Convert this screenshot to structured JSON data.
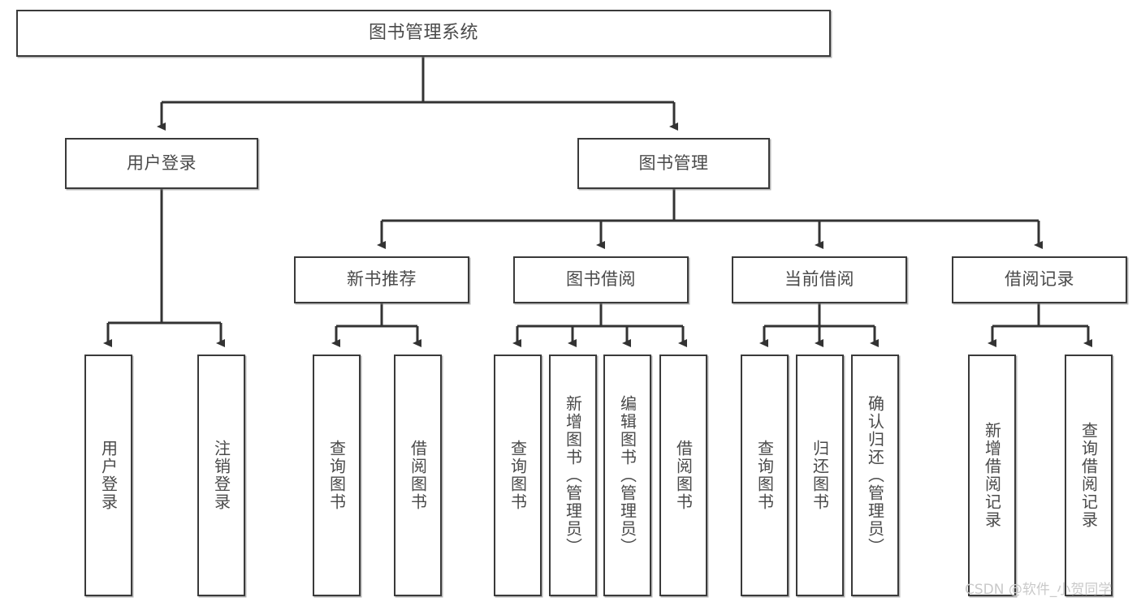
{
  "diagram": {
    "title": "图书管理系统",
    "type": "tree-hierarchy",
    "watermark": "CSDN @软件_小贺同学",
    "colors": {
      "background": "#ffffff",
      "node_border": "#3a3a3a",
      "node_fill": "#ffffff",
      "text": "#4a4a4a",
      "edge": "#333333",
      "watermark": "#c9c9c9"
    },
    "nodes": {
      "root": {
        "label": "图书管理系统"
      },
      "level2": [
        {
          "label": "用户登录"
        },
        {
          "label": "图书管理"
        }
      ],
      "level3": [
        {
          "label": "新书推荐"
        },
        {
          "label": "图书借阅"
        },
        {
          "label": "当前借阅"
        },
        {
          "label": "借阅记录"
        }
      ],
      "leaves": {
        "user_login": [
          {
            "label": "用户登录"
          },
          {
            "label": "注销登录"
          }
        ],
        "new_book_recommend": [
          {
            "label": "查询图书"
          },
          {
            "label": "借阅图书"
          }
        ],
        "book_borrow": [
          {
            "label": "查询图书"
          },
          {
            "label": "新增图书（管理员）"
          },
          {
            "label": "编辑图书（管理员）"
          },
          {
            "label": "借阅图书"
          }
        ],
        "current_borrow": [
          {
            "label": "查询图书"
          },
          {
            "label": "归还图书"
          },
          {
            "label": "确认归还（管理员）"
          }
        ],
        "borrow_record": [
          {
            "label": "新增借阅记录"
          },
          {
            "label": "查询借阅记录"
          }
        ]
      }
    }
  }
}
